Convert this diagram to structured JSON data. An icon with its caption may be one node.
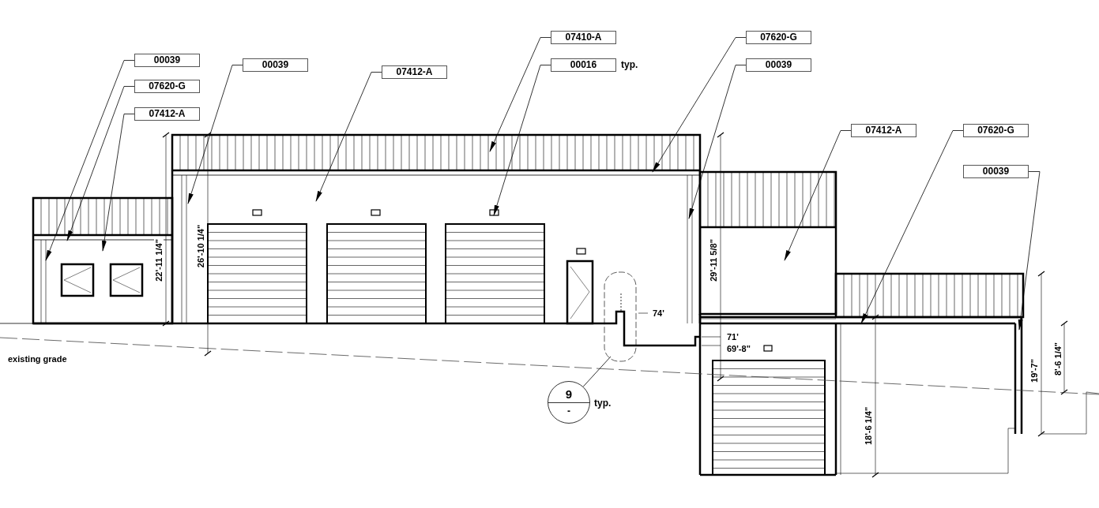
{
  "diagram": {
    "nodes": [
      {
        "text": [
          "00039"
        ]
      },
      {
        "text": [
          "07620-G"
        ]
      },
      {
        "text": [
          "07412-A"
        ]
      },
      {
        "text": [
          "00039"
        ]
      },
      {
        "text": [
          "07412-A"
        ]
      },
      {
        "text": [
          "07410-A"
        ]
      },
      {
        "text": [
          "00016"
        ],
        "beside": [
          "typ."
        ]
      },
      {
        "text": [
          "07620-G"
        ]
      },
      {
        "text": [
          "00039"
        ]
      },
      {
        "text": [
          "07412-A"
        ]
      },
      {
        "text": [
          "07620-G"
        ]
      },
      {
        "text": [
          "00039"
        ]
      },
      {
        "text": [
          "9",
          "-"
        ],
        "beside": [
          "typ."
        ]
      }
    ],
    "edges": [
      {
        "from": 0,
        "to": null,
        "arrow": "to"
      },
      {
        "from": 1,
        "to": null,
        "arrow": "to"
      },
      {
        "from": 2,
        "to": null,
        "arrow": "to"
      },
      {
        "from": 3,
        "to": null,
        "arrow": "to"
      },
      {
        "from": 4,
        "to": null,
        "arrow": "to"
      },
      {
        "from": 5,
        "to": null,
        "arrow": "to"
      },
      {
        "from": 6,
        "to": null,
        "arrow": "to"
      },
      {
        "from": 7,
        "to": null,
        "arrow": "to"
      },
      {
        "from": 8,
        "to": null,
        "arrow": "to"
      },
      {
        "from": 9,
        "to": null,
        "arrow": "to"
      },
      {
        "from": 10,
        "to": null,
        "arrow": "to"
      },
      {
        "from": 11,
        "to": null,
        "arrow": "to"
      },
      {
        "from": 12,
        "to": null,
        "arrow": "none"
      }
    ],
    "labels": [
      "22'-11 1/4\"",
      "26'-10 1/4\"",
      "29'-11 5/8\"",
      "74'",
      "71'",
      "69'-8\"",
      "existing grade",
      "18'-6 1/4\"",
      "19'-7\"",
      "8'-6 1/4\""
    ]
  }
}
